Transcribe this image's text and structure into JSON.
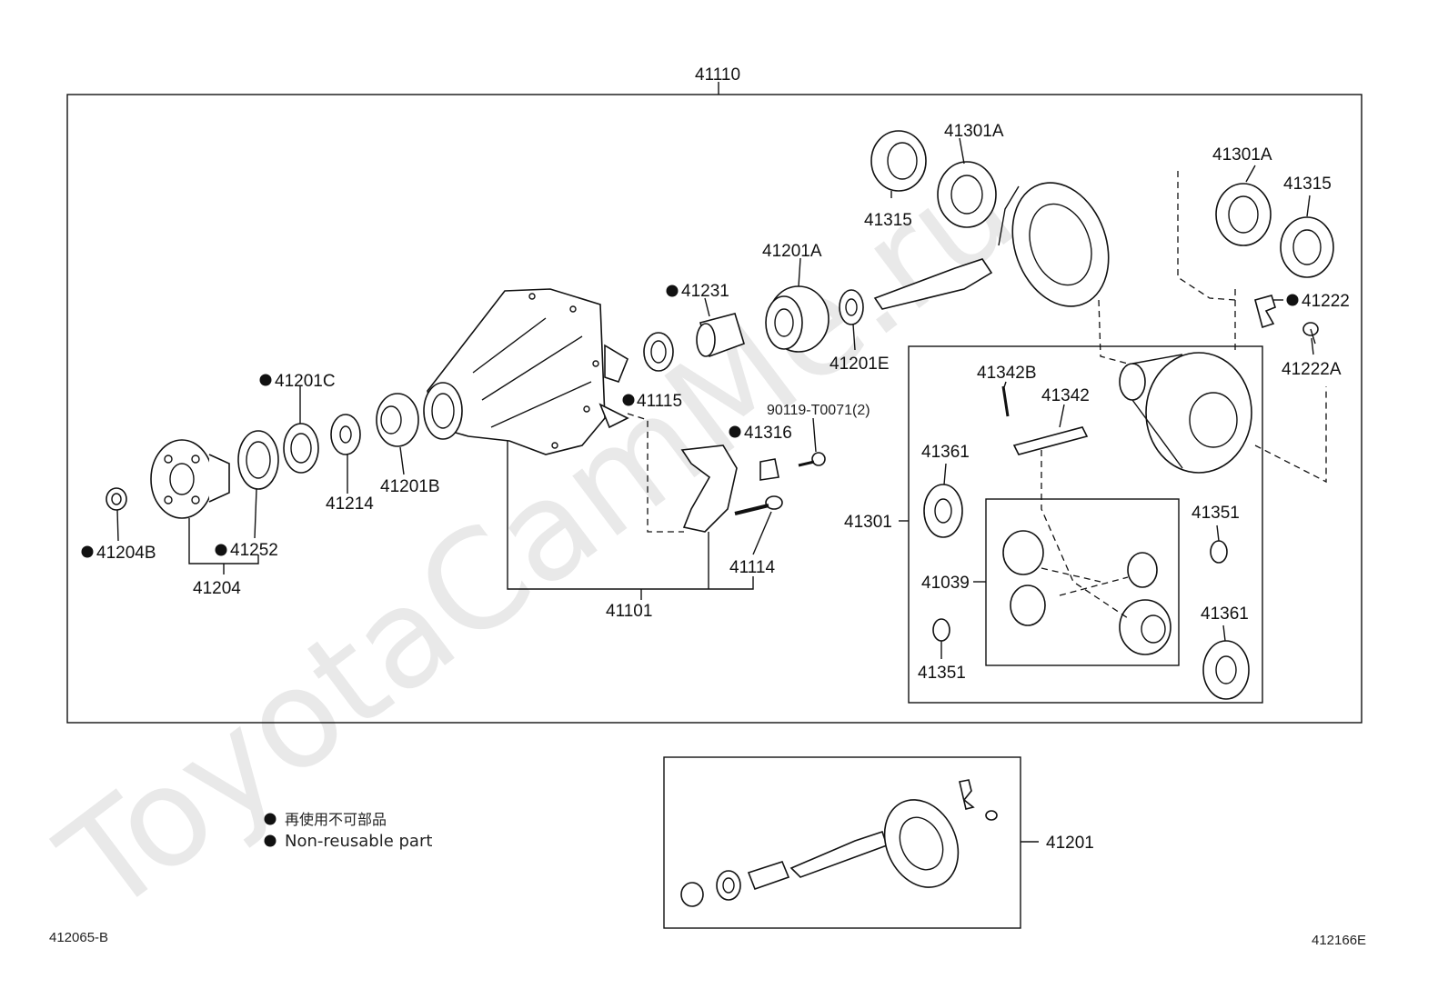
{
  "watermark": "ToyotaCamMe.ru",
  "assembly_label": "41110",
  "labels": {
    "p41301A_top": "41301A",
    "p41315_top": "41315",
    "p41201A": "41201A",
    "p41231": "41231",
    "p41201E": "41201E",
    "p41115": "41115",
    "p41201C": "41201C",
    "p41214": "41214",
    "p41201B": "41201B",
    "p41316": "41316",
    "p90119": "90119-T0071(2)",
    "p41114": "41114",
    "p41101": "41101",
    "p41204B": "41204B",
    "p41252": "41252",
    "p41204": "41204",
    "p41301A_right": "41301A",
    "p41315_right": "41315",
    "p41222": "41222",
    "p41222A": "41222A",
    "p41342B": "41342B",
    "p41342": "41342",
    "p41361_left": "41361",
    "p41301": "41301",
    "p41039": "41039",
    "p41351_left": "41351",
    "p41351_right": "41351",
    "p41361_right": "41361",
    "p41201": "41201"
  },
  "legend": {
    "line1": "再使用不可部品",
    "line2": "Non-reusable part"
  },
  "codes": {
    "left": "412065-B",
    "right": "412166E"
  }
}
